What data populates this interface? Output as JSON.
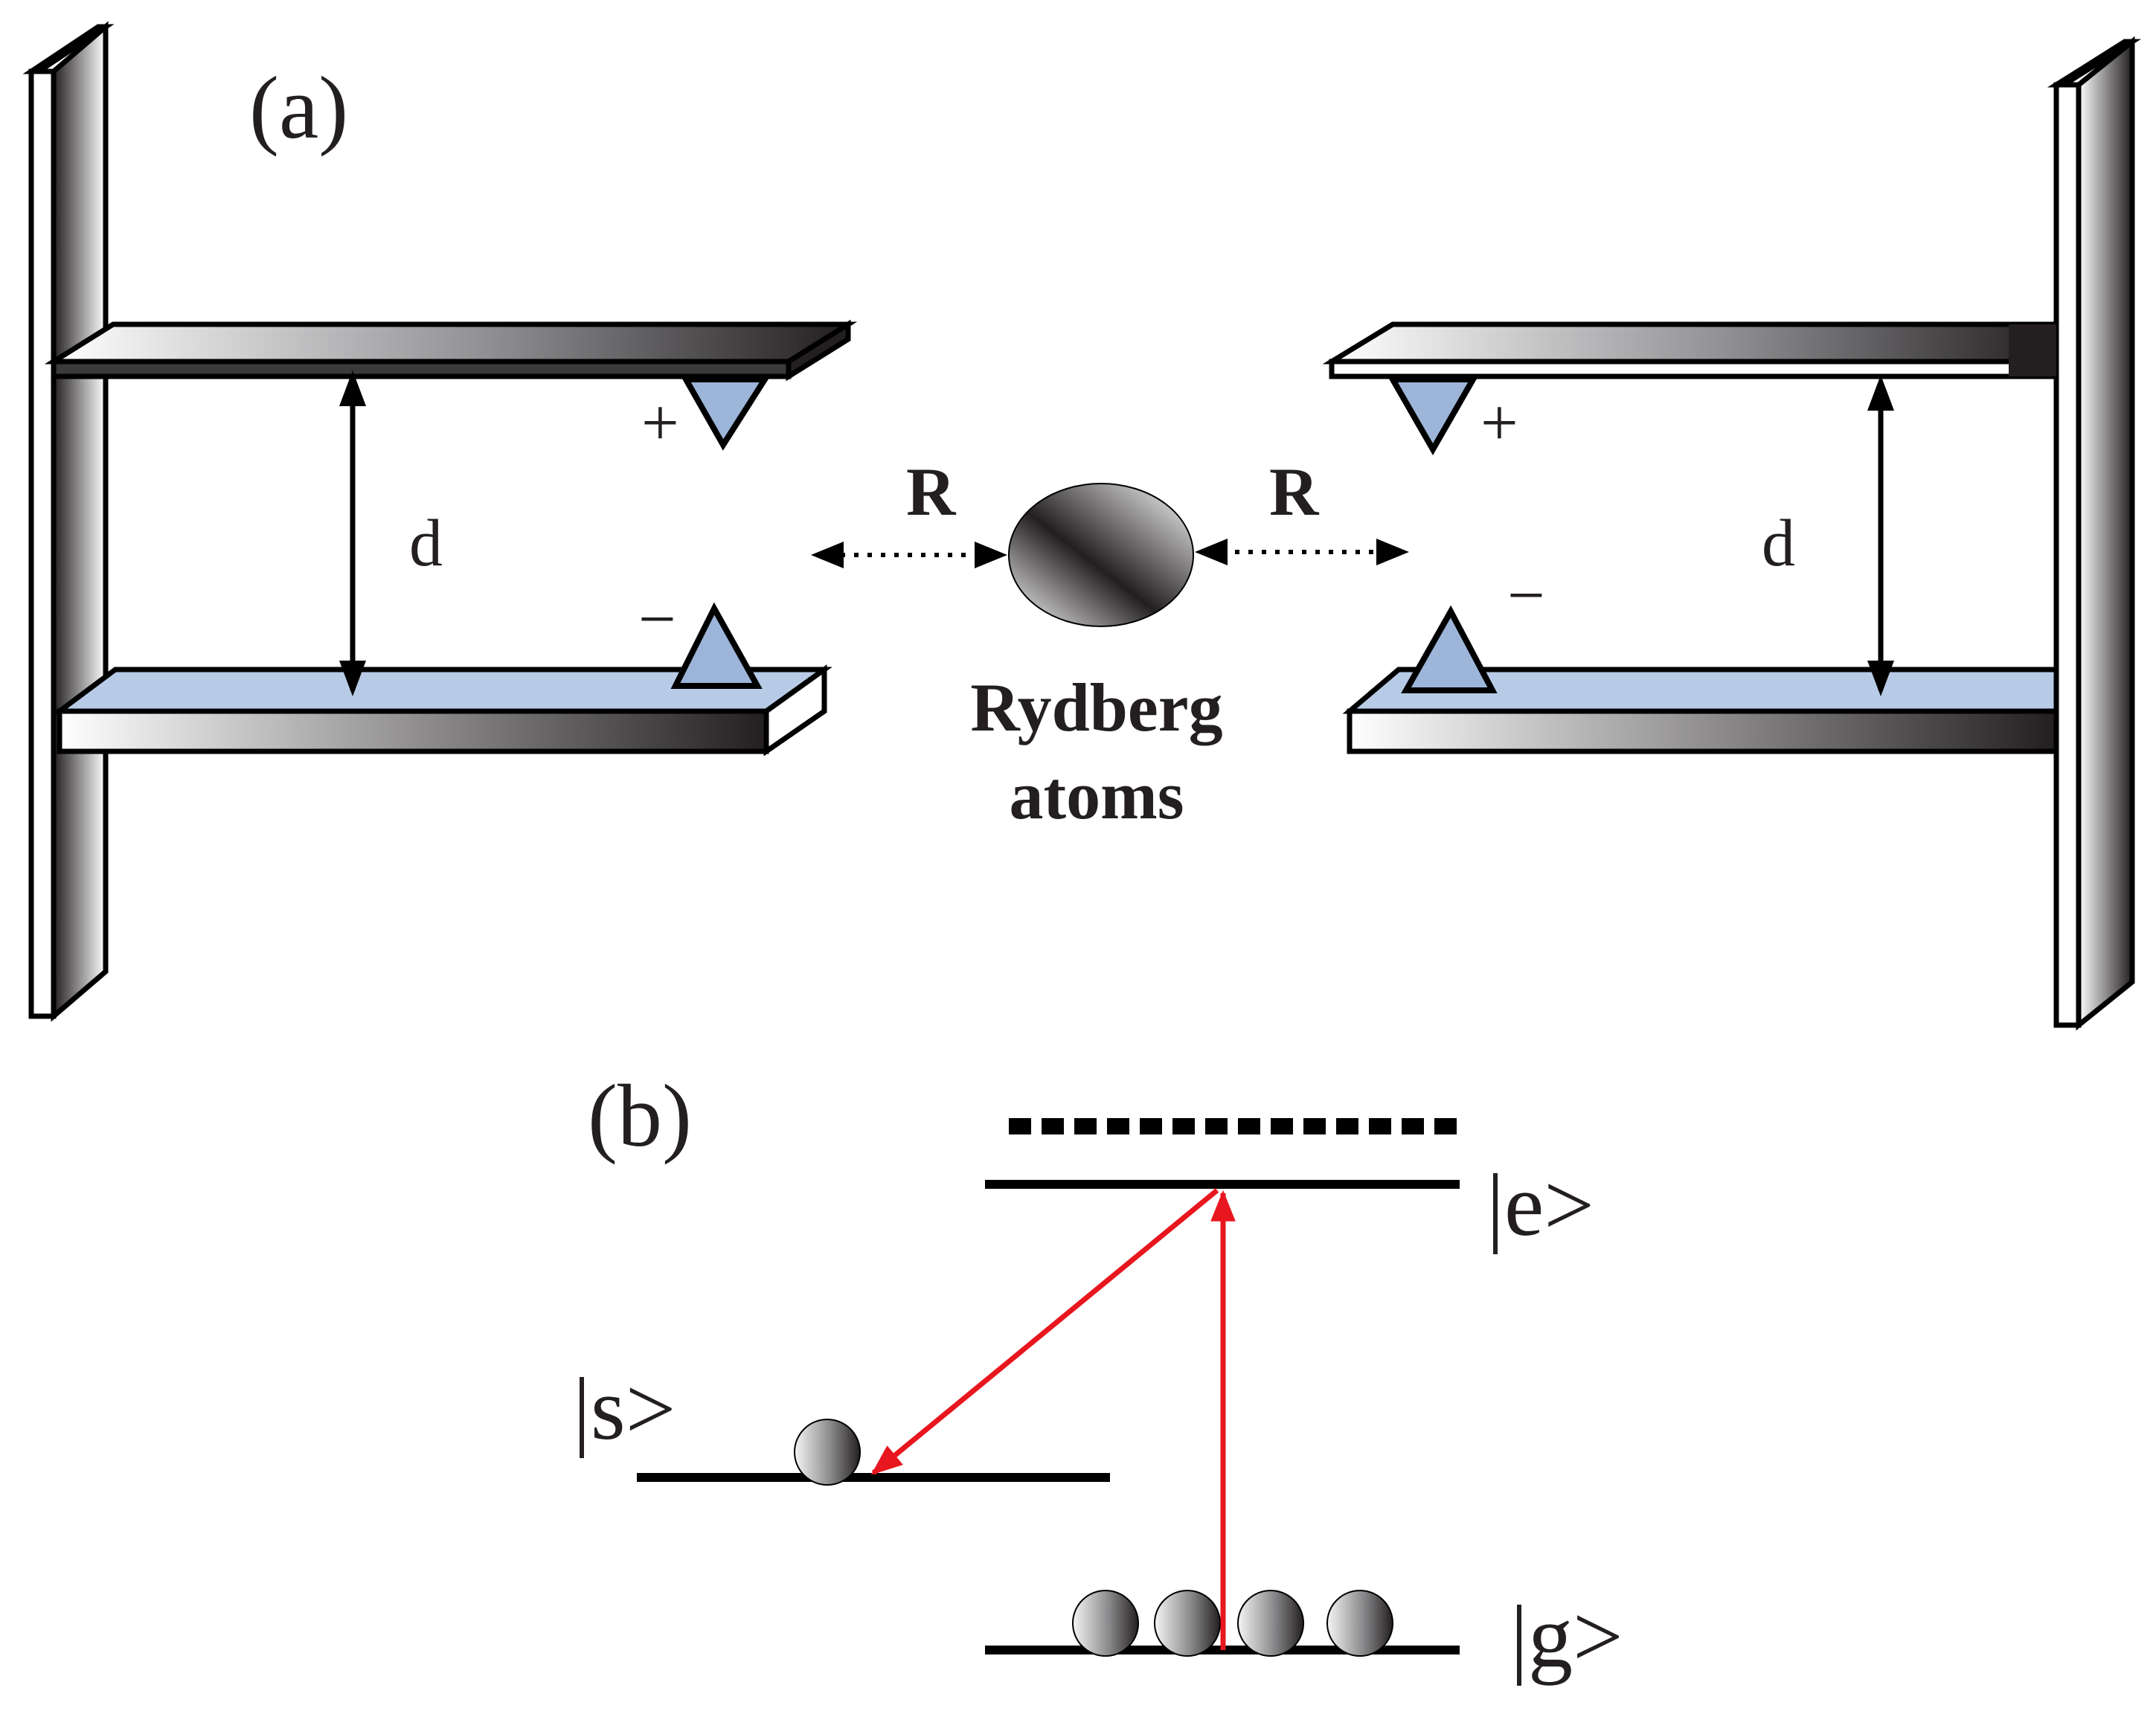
{
  "panel_a": {
    "label": "(a)",
    "left_plus": "+",
    "left_minus": "−",
    "right_plus": "+",
    "right_minus": "−",
    "left_gap": "d",
    "right_gap": "d",
    "left_distance": "R",
    "right_distance": "R",
    "atom_label_line1": "Rydberg",
    "atom_label_line2": "atoms"
  },
  "panel_b": {
    "label": "(b)",
    "state_e": "|e>",
    "state_s": "|s>",
    "state_g": "|g>",
    "ground_atom_count": 4,
    "s_atom_count": 1
  },
  "colors": {
    "outline": "#000000",
    "plate_light": "#ffffff",
    "plate_dark": "#231f20",
    "electrode_blue": "#9db5d9",
    "transition_arrow": "#e8161e"
  },
  "icons": [
    "cantilever-plate-icon",
    "electrode-tip-icon",
    "rydberg-atom-icon",
    "double-arrow-icon"
  ]
}
